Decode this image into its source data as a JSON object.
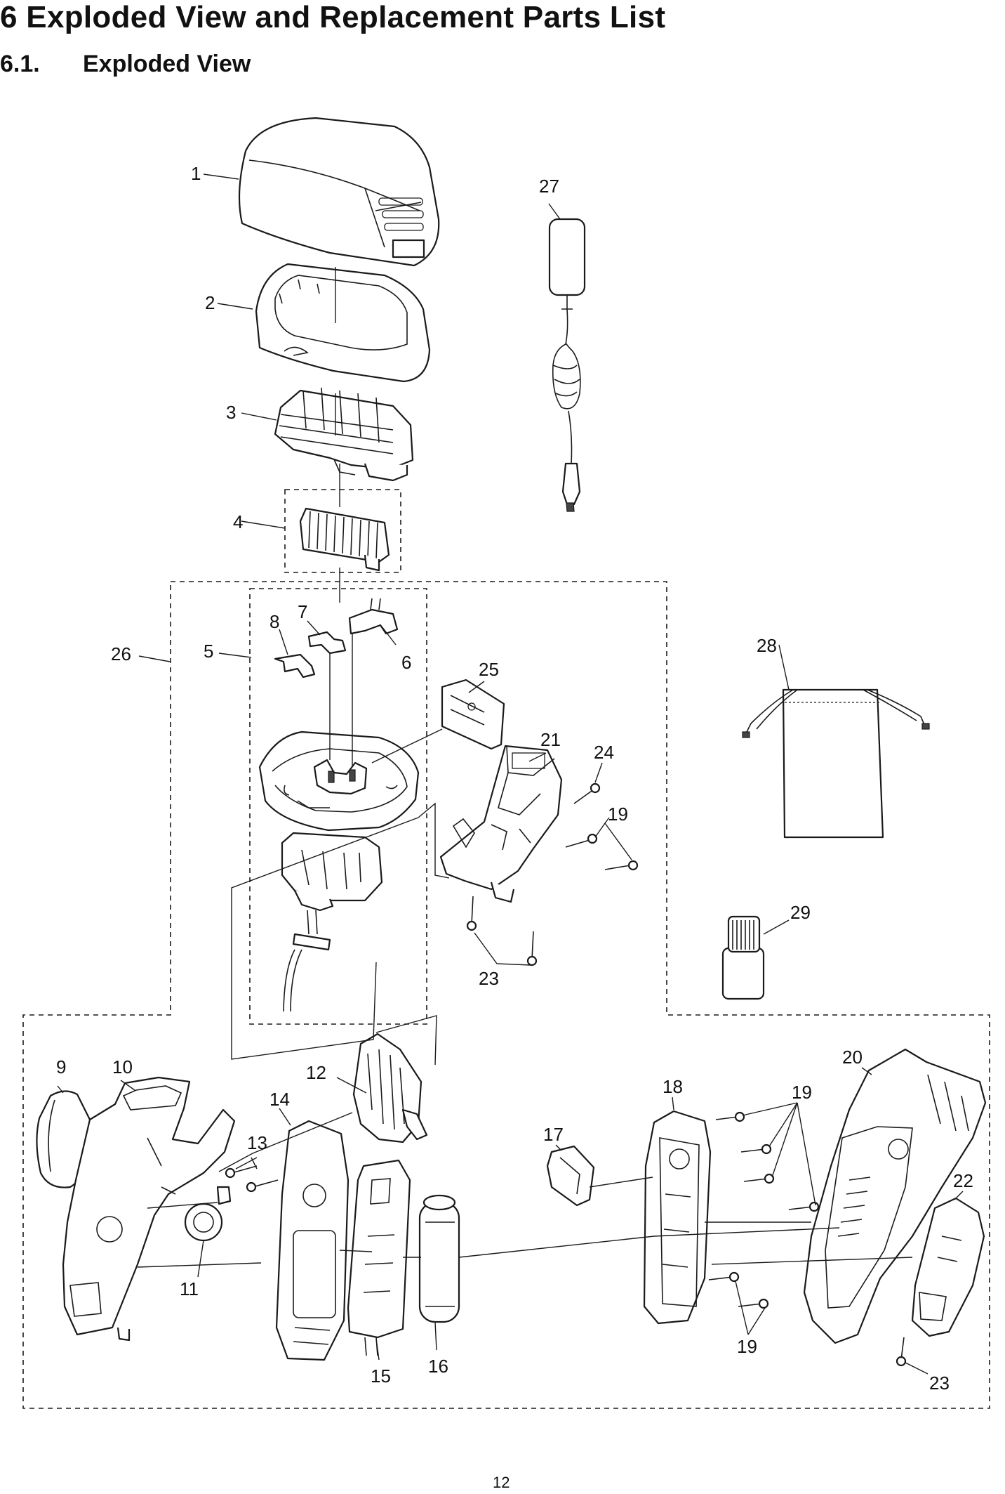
{
  "document": {
    "heading": "6   Exploded View and Replacement Parts List",
    "subheading_number": "6.1.",
    "subheading_title": "Exploded View",
    "page_number": "12"
  },
  "callouts": {
    "c1": "1",
    "c2": "2",
    "c3": "3",
    "c4": "4",
    "c5": "5",
    "c6": "6",
    "c7": "7",
    "c8": "8",
    "c9": "9",
    "c10": "10",
    "c11": "11",
    "c12": "12",
    "c13": "13",
    "c14": "14",
    "c15": "15",
    "c16": "16",
    "c17": "17",
    "c18": "18",
    "c19a": "19",
    "c19b": "19",
    "c19c": "19",
    "c20": "20",
    "c21": "21",
    "c22": "22",
    "c23a": "23",
    "c23b": "23",
    "c24": "24",
    "c25": "25",
    "c26": "26",
    "c27": "27",
    "c28": "28",
    "c29": "29"
  }
}
